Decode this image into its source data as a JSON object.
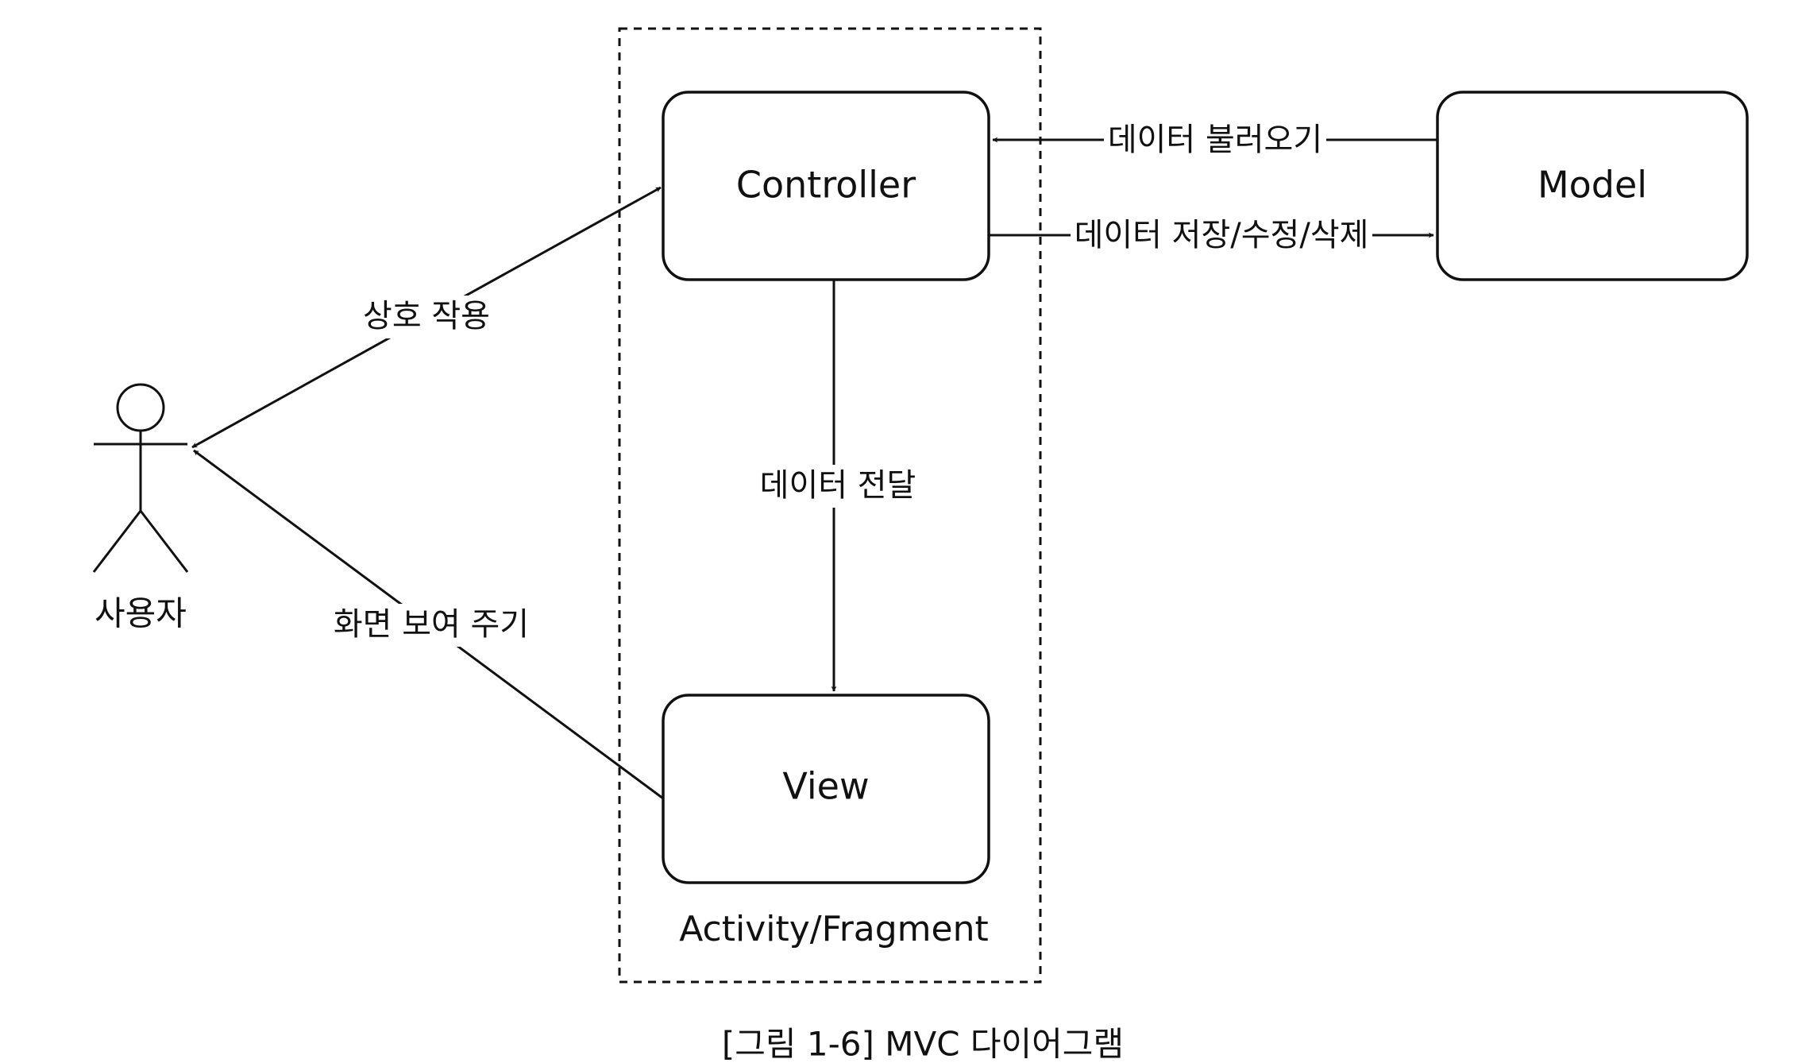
{
  "diagram": {
    "nodes": {
      "controller": "Controller",
      "model": "Model",
      "view": "View",
      "actor": "사용자"
    },
    "container_label": "Activity/Fragment",
    "edges": {
      "model_to_controller": "데이터 불러오기",
      "controller_to_model": "데이터 저장/수정/삭제",
      "actor_to_controller": "상호 작용",
      "controller_to_view": "데이터 전달",
      "view_to_actor": "화면 보여 주기"
    },
    "caption": "[그림 1-6] MVC 다이어그램"
  }
}
